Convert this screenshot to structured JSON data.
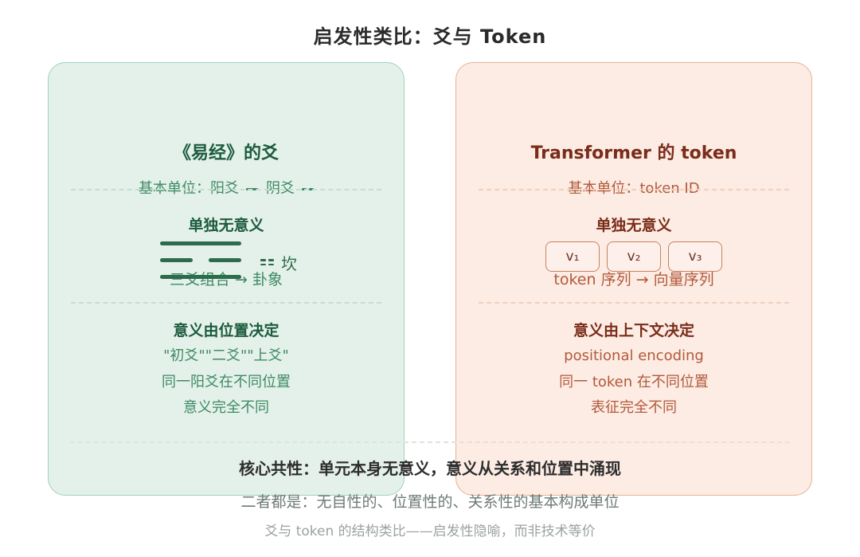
{
  "page": {
    "title": "启发性类比：爻与 Token"
  },
  "left_panel": {
    "title": "《易经》的爻",
    "unit_prefix": "基本单位：阳爻",
    "unit_yin_label": "阴爻",
    "alone": "单独无意义",
    "combine": "三爻组合 → 卦象",
    "trigram": {
      "structure": [
        "solid",
        "broken",
        "solid"
      ],
      "label": "坎"
    },
    "meaning_title": "意义由位置决定",
    "details": [
      "\"初爻\"\"二爻\"\"上爻\"",
      "同一阳爻在不同位置",
      "意义完全不同"
    ]
  },
  "right_panel": {
    "title": "Transformer 的 token",
    "unit": "基本单位：token ID",
    "alone": "单独无意义",
    "combine": "token 序列 → 向量序列",
    "vectors": [
      "v₁",
      "v₂",
      "v₃"
    ],
    "meaning_title": "意义由上下文决定",
    "details": [
      "positional encoding",
      "同一 token 在不同位置",
      "表征完全不同"
    ]
  },
  "footer": {
    "core_line": "核心共性：单元本身无意义，意义从关系和位置中涌现",
    "both_line": "二者都是：无自性的、位置性的、关系性的基本构成单位",
    "caption": "爻与 token 的结构类比——启发性隐喻，而非技术等价"
  },
  "colors": {
    "green_dark": "#1c5b3e",
    "green_text": "#3e8a64",
    "green_bg": "#e4f1ea",
    "green_border": "#9fd2b7",
    "orange_dark": "#7a2c19",
    "orange_text": "#b2593a",
    "orange_bg": "#fcece4",
    "orange_border": "#e9b295",
    "title_text": "#2a2a2a",
    "footer_gray": "#6e7a75",
    "caption_gray": "#9ba39e"
  }
}
